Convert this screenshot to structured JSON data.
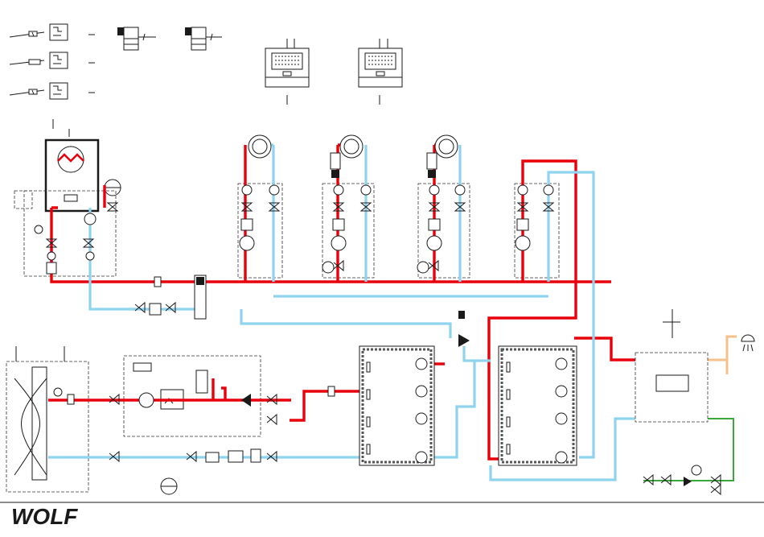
{
  "brand": {
    "logo_text": "WOLF",
    "logo_color": "#1a1a1a"
  },
  "colors": {
    "supply_hot": "#e8000b",
    "return_cold": "#8fd3ee",
    "dhw_line": "#f5c08a",
    "cold_water_inlet": "#3aa83a",
    "outline": "#1a1a1a"
  },
  "legend_icons": [
    "sensor-cable-icon",
    "control-module-icon",
    "bus-module-icon"
  ],
  "controllers": [
    {
      "id": "controller-1",
      "icon": "room-controller-icon"
    },
    {
      "id": "controller-2",
      "icon": "room-controller-icon"
    }
  ],
  "heating_circuits": [
    {
      "id": "circuit-1",
      "type": "direct",
      "emitter": "radiator-icon"
    },
    {
      "id": "circuit-2",
      "type": "mixed",
      "emitter": "radiator-icon"
    },
    {
      "id": "circuit-3",
      "type": "mixed",
      "emitter": "radiator-icon"
    },
    {
      "id": "circuit-4",
      "type": "direct",
      "emitter": "none"
    }
  ],
  "components": {
    "boiler": "gas-boiler-icon",
    "heat_pump_outdoor": "heat-pump-fan-icon",
    "buffer_tank_1": "buffer-storage-icon",
    "buffer_tank_2": "buffer-storage-icon",
    "dhw_station": "freshwater-station-icon",
    "shower": "shower-head-icon"
  }
}
